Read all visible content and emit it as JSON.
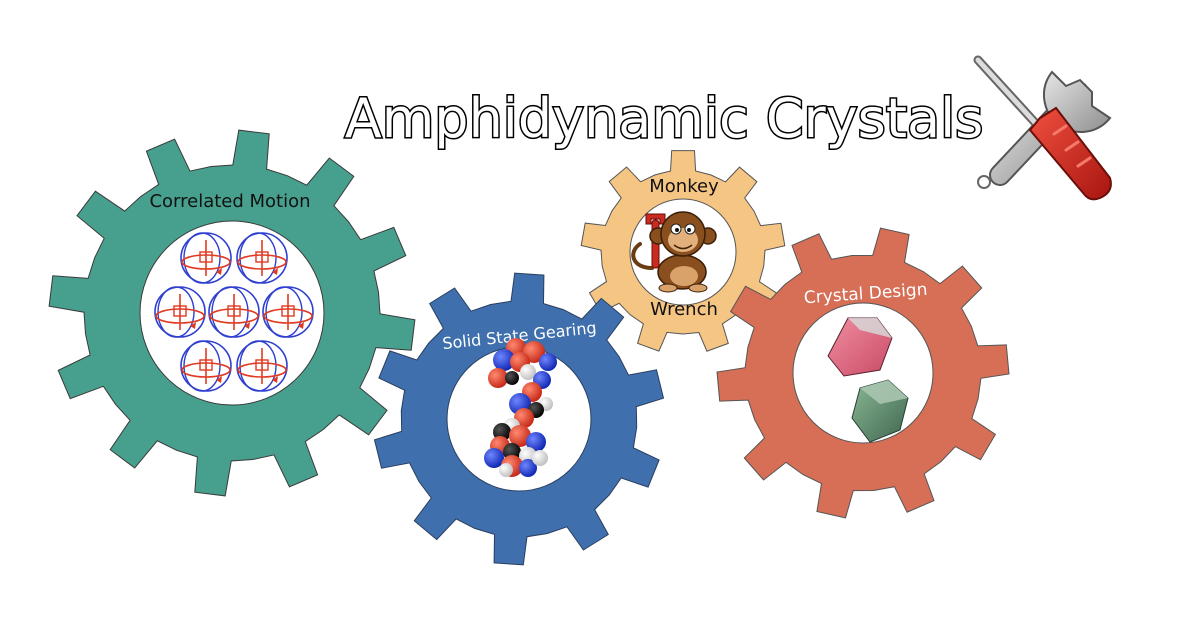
{
  "title": "Amphidynamic Crystals",
  "gears": [
    {
      "id": "correlated",
      "label": "Correlated Motion",
      "color": "#47a08d"
    },
    {
      "id": "gearing",
      "label": "Solid State Gearing",
      "color": "#3f70ad"
    },
    {
      "id": "monkey",
      "label_top": "Monkey",
      "label_bottom": "Wrench",
      "color": "#f5c584"
    },
    {
      "id": "crystal",
      "label": "Crystal Design",
      "color": "#d66f56"
    }
  ],
  "colors": {
    "rotor_blue": "#2f3fd0",
    "rotor_red": "#e03a22",
    "crystal_pink": "#e0627a",
    "crystal_green": "#5e8a6a",
    "atom_red": "#e03a22",
    "atom_blue": "#1a3fe0",
    "atom_black": "#111111",
    "atom_white": "#f2f2f2",
    "tool_red": "#d8281f",
    "tool_silver": "#b8b8b8"
  },
  "icons": [
    "screwdriver-icon",
    "wrench-icon",
    "monkey-icon",
    "molecule-icon",
    "crystal-icon",
    "rotor-icon"
  ]
}
